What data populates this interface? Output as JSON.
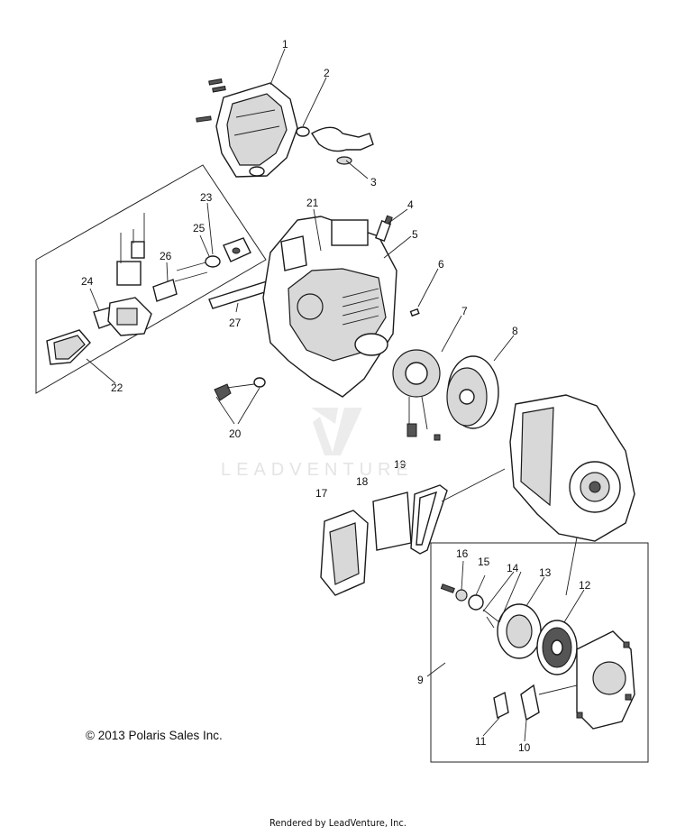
{
  "callouts": [
    {
      "id": "label-1",
      "text": "1"
    },
    {
      "id": "label-2",
      "text": "2"
    },
    {
      "id": "label-3",
      "text": "3"
    },
    {
      "id": "label-4",
      "text": "4"
    },
    {
      "id": "label-5",
      "text": "5"
    },
    {
      "id": "label-6",
      "text": "6"
    },
    {
      "id": "label-7",
      "text": "7"
    },
    {
      "id": "label-8",
      "text": "8"
    },
    {
      "id": "label-9",
      "text": "9"
    },
    {
      "id": "label-10",
      "text": "10"
    },
    {
      "id": "label-11",
      "text": "11"
    },
    {
      "id": "label-12",
      "text": "12"
    },
    {
      "id": "label-13",
      "text": "13"
    },
    {
      "id": "label-14",
      "text": "14"
    },
    {
      "id": "label-15",
      "text": "15"
    },
    {
      "id": "label-16",
      "text": "16"
    },
    {
      "id": "label-17",
      "text": "17"
    },
    {
      "id": "label-18",
      "text": "18"
    },
    {
      "id": "label-19",
      "text": "19"
    },
    {
      "id": "label-20",
      "text": "20"
    },
    {
      "id": "label-21",
      "text": "21"
    },
    {
      "id": "label-22",
      "text": "22"
    },
    {
      "id": "label-23",
      "text": "23"
    },
    {
      "id": "label-24",
      "text": "24"
    },
    {
      "id": "label-25",
      "text": "25"
    },
    {
      "id": "label-26",
      "text": "26"
    },
    {
      "id": "label-27",
      "text": "27"
    }
  ],
  "copyright": "© 2013 Polaris Sales Inc.",
  "watermark": "LEADVENTURE",
  "footer": "Rendered by LeadVenture, Inc."
}
